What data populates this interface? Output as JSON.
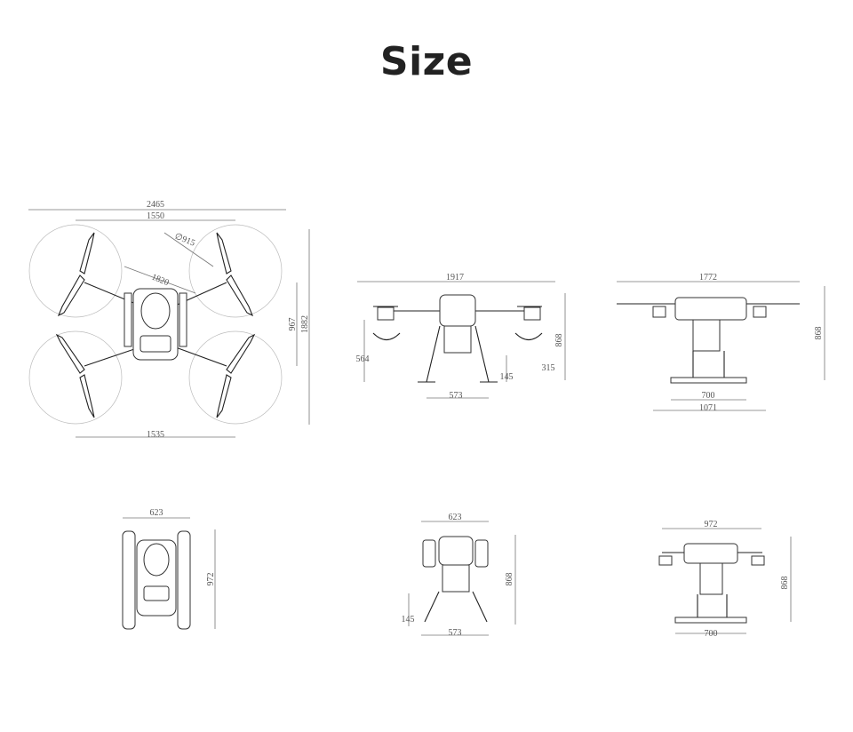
{
  "title": "Size",
  "views": {
    "top": {
      "d_2465": "2465",
      "d_1550": "1550",
      "d_915": "∅915",
      "d_1820": "1820",
      "d_967": "967",
      "d_1882": "1882",
      "d_1535": "1535"
    },
    "front": {
      "d_1917": "1917",
      "d_868": "868",
      "d_564": "564",
      "d_315": "315",
      "d_145": "145",
      "d_573": "573"
    },
    "side": {
      "d_1772": "1772",
      "d_868": "868",
      "d_700": "700",
      "d_1071": "1071"
    },
    "folded_top": {
      "d_623": "623",
      "d_972": "972"
    },
    "folded_front": {
      "d_623": "623",
      "d_868": "868",
      "d_145": "145",
      "d_573": "573"
    },
    "folded_side": {
      "d_972": "972",
      "d_868": "868",
      "d_700": "700"
    }
  }
}
